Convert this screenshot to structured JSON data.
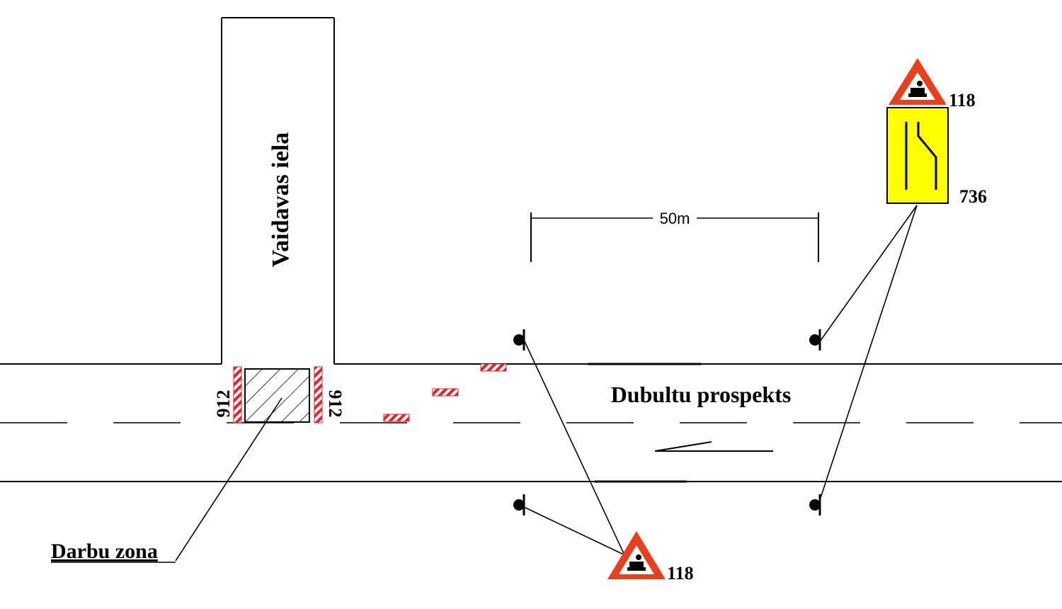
{
  "labels": {
    "side_street": "Vaidavas iela",
    "main_road": "Dubultu prospekts",
    "work_zone": "Darbu zona",
    "distance": "50m"
  },
  "signs": {
    "roadworks_sign_code_top": "118",
    "lane_sign_code": "736",
    "roadworks_sign_code_bottom": "118",
    "barrier_code_left": "912",
    "barrier_code_right": "912"
  },
  "colors": {
    "line": "#000000",
    "sign_red": "#e8401c",
    "lane_sign_yellow": "#ffff00",
    "barrier_red": "#e8202a",
    "background": "#ffffff"
  },
  "icons": {
    "roadworks_sign": "roadworks-warning-triangle-icon",
    "lane_sign": "lane-closure-sign-icon",
    "traffic_light": "signal-lamp-icon"
  }
}
